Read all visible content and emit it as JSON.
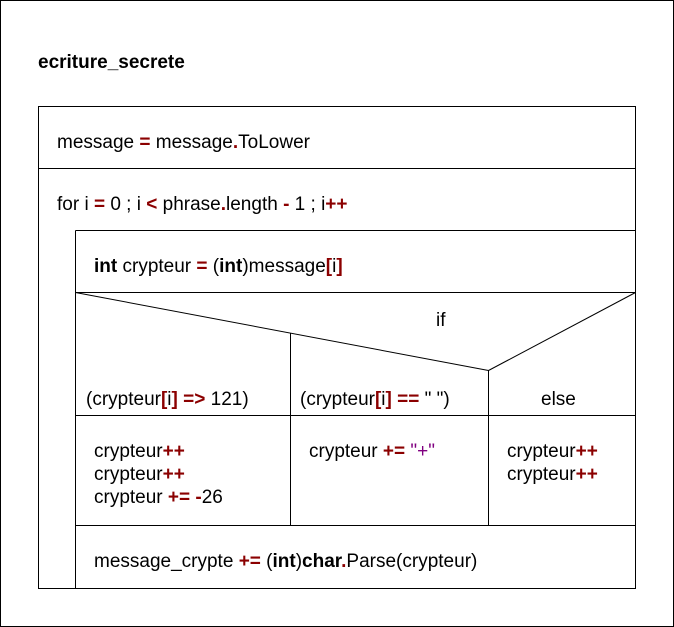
{
  "procedure": {
    "name": "ecriture_secrete"
  },
  "statements": {
    "tolower": {
      "target": "message",
      "assign_op": "=",
      "object": "message",
      "dot": ".",
      "method": "ToLower"
    },
    "for_loop": {
      "for_kw": "for i ",
      "assign_op": "=",
      "init": " 0 ; i ",
      "lt_op": "<",
      "phrase": " phrase",
      "dot": ".",
      "length": "length ",
      "minus_op": "-",
      "rest": " 1 ; i",
      "incr_op": "++"
    },
    "declaration": {
      "int_kw": "int",
      "var": " crypteur ",
      "assign_op": "=",
      "cast_open": " (",
      "cast_kw": "int",
      "cast_close": ")message",
      "lbracket": "[",
      "index": "i",
      "rbracket": "]"
    },
    "if_block": {
      "label": "if",
      "conditions": {
        "cond1": {
          "open": "(crypteur",
          "lb": "[",
          "idx": "i",
          "rb": "]",
          "op": " =>",
          "value": " 121)"
        },
        "cond2": {
          "open": "(crypteur",
          "lb": "[",
          "idx": "i",
          "rb": "]",
          "op": " ==",
          "value": " \" \")"
        },
        "else_label": "else"
      },
      "branches": {
        "branch1": {
          "line1": {
            "var": "crypteur",
            "op": "++"
          },
          "line2": {
            "var": "crypteur",
            "op": "++"
          },
          "line3": {
            "var": "crypteur ",
            "op": "+=",
            "op2": " -",
            "value": "26"
          }
        },
        "branch2": {
          "line1": {
            "var": "crypteur ",
            "op": "+=",
            "value": " \"+\""
          }
        },
        "branch3": {
          "line1": {
            "var": "crypteur",
            "op": "++"
          },
          "line2": {
            "var": "crypteur",
            "op": "++"
          }
        }
      }
    },
    "parse": {
      "target": "message_crypte ",
      "op": "+=",
      "cast_open": " (",
      "cast_kw": "int",
      "cast_close": ")",
      "char_kw": "char",
      "dot": ".",
      "method": "Parse(crypteur)"
    }
  },
  "colors": {
    "operator": "#8b0000",
    "string": "#800080",
    "text": "#000000"
  }
}
